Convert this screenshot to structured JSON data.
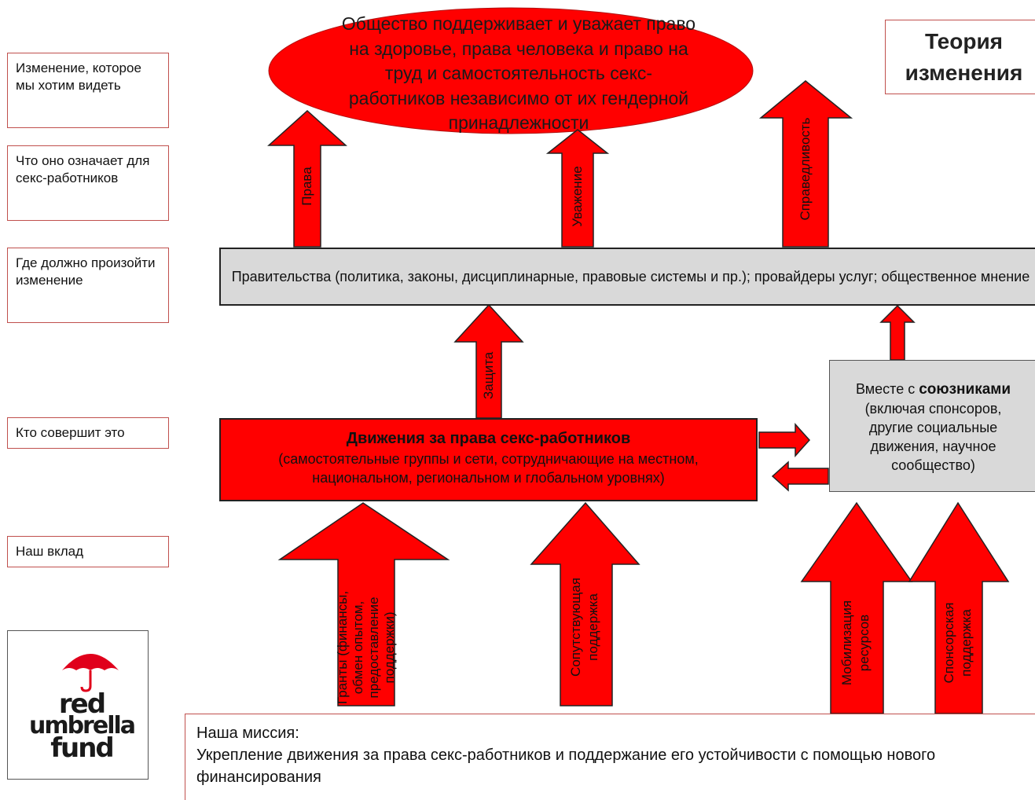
{
  "title": "Теория изменения",
  "row_labels": [
    "Изменение, которое мы хотим видеть",
    "Что оно означает для секс-работников",
    "Где должно произойти изменение",
    "Кто совершит это",
    "Наш вклад"
  ],
  "goal": "Общество поддерживает и уважает право на здоровье, права человека и право на труд и самостоятельность секс-работников независимо от их гендерной принадлежности",
  "meaning_arrows": [
    "Права",
    "Уважение",
    "Справедливость"
  ],
  "arena": "Правительства (политика, законы, дисциплинарные, правовые системы и пр.); провайдеры услуг; общественное мнение",
  "advocacy_arrow": "Защита",
  "movement": {
    "title": "Движения за права секс-работников",
    "description": "(самостоятельные группы и сети, сотрудничающие на местном, национальном, региональном и глобальном уровнях)"
  },
  "allies": {
    "prefix": "Вместе с ",
    "bold": "союзниками",
    "description": "(включая спонсоров, другие социальные движения, научное сообщество)"
  },
  "contribution_arrows": [
    "Гранты (финансы, обмен опытом, предоставление поддержки)",
    "Сопутствующая поддержка",
    "Мобилизация ресурсов",
    "Спонсорская поддержка"
  ],
  "mission": {
    "heading": "Наша миссия:",
    "text": "Укрепление движения за права секс-работников и поддержание его устойчивости с помощью нового финансирования"
  },
  "logo": {
    "line1": "red",
    "line2": "umbrella",
    "line3": "fund"
  },
  "colors": {
    "accent_red": "#ff0000",
    "box_gray": "#d9d9d9",
    "label_border": "#c0504d"
  }
}
